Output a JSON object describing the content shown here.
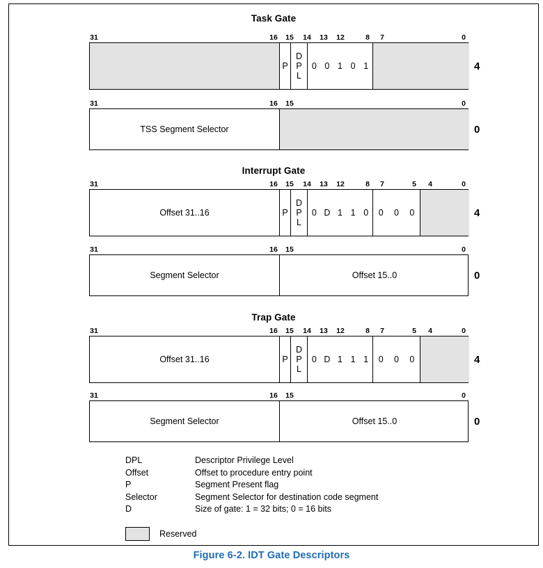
{
  "figure": {
    "caption": "Figure 6-2.  IDT Gate Descriptors"
  },
  "sections": [
    {
      "title": "Task Gate",
      "rows": [
        {
          "offset_label": "4",
          "bit_labels": [
            "31",
            "16",
            "15",
            "14",
            "13",
            "12",
            "8",
            "7",
            "0"
          ],
          "fields": [
            {
              "name": "reserved-high",
              "text": "",
              "reserved": true
            },
            {
              "name": "p-flag",
              "text": "P",
              "reserved": false
            },
            {
              "name": "dpl-field",
              "text": "D P L",
              "reserved": false
            },
            {
              "name": "type-field",
              "text": "0 0 1 0 1",
              "reserved": false
            },
            {
              "name": "reserved-low",
              "text": "",
              "reserved": true
            }
          ]
        },
        {
          "offset_label": "0",
          "bit_labels": [
            "31",
            "16",
            "15",
            "0"
          ],
          "fields": [
            {
              "name": "tss-segment-selector",
              "text": "TSS Segment Selector",
              "reserved": false
            },
            {
              "name": "reserved-low",
              "text": "",
              "reserved": true
            }
          ]
        }
      ]
    },
    {
      "title": "Interrupt Gate",
      "rows": [
        {
          "offset_label": "4",
          "bit_labels": [
            "31",
            "16",
            "15",
            "14",
            "13",
            "12",
            "8",
            "7",
            "5",
            "4",
            "0"
          ],
          "fields": [
            {
              "name": "offset-high",
              "text": "Offset 31..16",
              "reserved": false
            },
            {
              "name": "p-flag",
              "text": "P",
              "reserved": false
            },
            {
              "name": "dpl-field",
              "text": "D P L",
              "reserved": false
            },
            {
              "name": "type-field",
              "text": "0 D 1 1 0",
              "reserved": false
            },
            {
              "name": "zero-field",
              "text": "0 0 0",
              "reserved": false
            },
            {
              "name": "reserved-low",
              "text": "",
              "reserved": true
            }
          ]
        },
        {
          "offset_label": "0",
          "bit_labels": [
            "31",
            "16",
            "15",
            "0"
          ],
          "fields": [
            {
              "name": "segment-selector",
              "text": "Segment Selector",
              "reserved": false
            },
            {
              "name": "offset-low",
              "text": "Offset 15..0",
              "reserved": false
            }
          ]
        }
      ]
    },
    {
      "title": "Trap Gate",
      "rows": [
        {
          "offset_label": "4",
          "bit_labels": [
            "31",
            "16",
            "15",
            "14",
            "13",
            "12",
            "8",
            "7",
            "5",
            "4",
            "0"
          ],
          "fields": [
            {
              "name": "offset-high",
              "text": "Offset 31..16",
              "reserved": false
            },
            {
              "name": "p-flag",
              "text": "P",
              "reserved": false
            },
            {
              "name": "dpl-field",
              "text": "D P L",
              "reserved": false
            },
            {
              "name": "type-field",
              "text": "0 D 1 1 1",
              "reserved": false
            },
            {
              "name": "zero-field",
              "text": "0 0 0",
              "reserved": false
            },
            {
              "name": "reserved-low",
              "text": "",
              "reserved": true
            }
          ]
        },
        {
          "offset_label": "0",
          "bit_labels": [
            "31",
            "16",
            "15",
            "0"
          ],
          "fields": [
            {
              "name": "segment-selector",
              "text": "Segment Selector",
              "reserved": false
            },
            {
              "name": "offset-low",
              "text": "Offset 15..0",
              "reserved": false
            }
          ]
        }
      ]
    }
  ],
  "legend": {
    "entries": [
      {
        "term": "DPL",
        "description": "Descriptor Privilege Level"
      },
      {
        "term": "Offset",
        "description": "Offset to procedure entry point"
      },
      {
        "term": "P",
        "description": "Segment Present flag"
      },
      {
        "term": "Selector",
        "description": "Segment Selector for destination code segment"
      },
      {
        "term": "D",
        "description": "Size of gate: 1 = 32 bits; 0 = 16 bits"
      }
    ],
    "reserved_label": "Reserved"
  },
  "colors": {
    "reserved_fill": "#e3e3e3",
    "caption": "#1f6cb4",
    "border": "#000000"
  }
}
